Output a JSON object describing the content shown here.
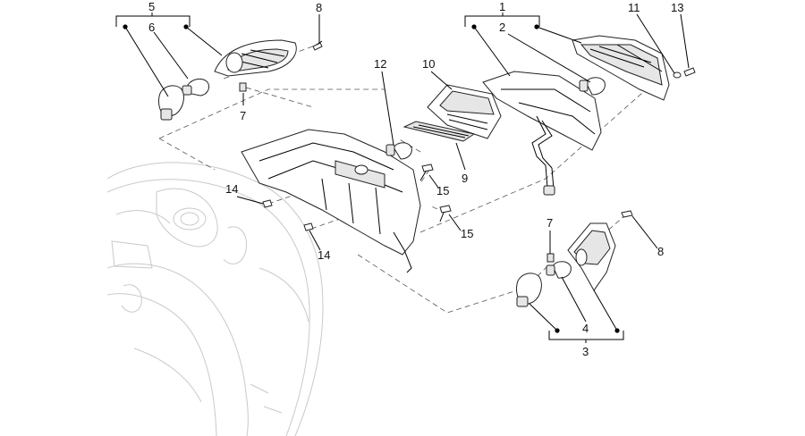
{
  "callouts": [
    {
      "id": "c1",
      "text": "1"
    },
    {
      "id": "c2",
      "text": "2"
    },
    {
      "id": "c3",
      "text": "3"
    },
    {
      "id": "c4",
      "text": "4"
    },
    {
      "id": "c5",
      "text": "5"
    },
    {
      "id": "c6",
      "text": "6"
    },
    {
      "id": "c7a",
      "text": "7"
    },
    {
      "id": "c7b",
      "text": "7"
    },
    {
      "id": "c8a",
      "text": "8"
    },
    {
      "id": "c8b",
      "text": "8"
    },
    {
      "id": "c9",
      "text": "9"
    },
    {
      "id": "c10",
      "text": "10"
    },
    {
      "id": "c11",
      "text": "11"
    },
    {
      "id": "c12",
      "text": "12"
    },
    {
      "id": "c13",
      "text": "13"
    },
    {
      "id": "c14a",
      "text": "14"
    },
    {
      "id": "c14b",
      "text": "14"
    },
    {
      "id": "c15a",
      "text": "15"
    },
    {
      "id": "c15b",
      "text": "15"
    }
  ]
}
